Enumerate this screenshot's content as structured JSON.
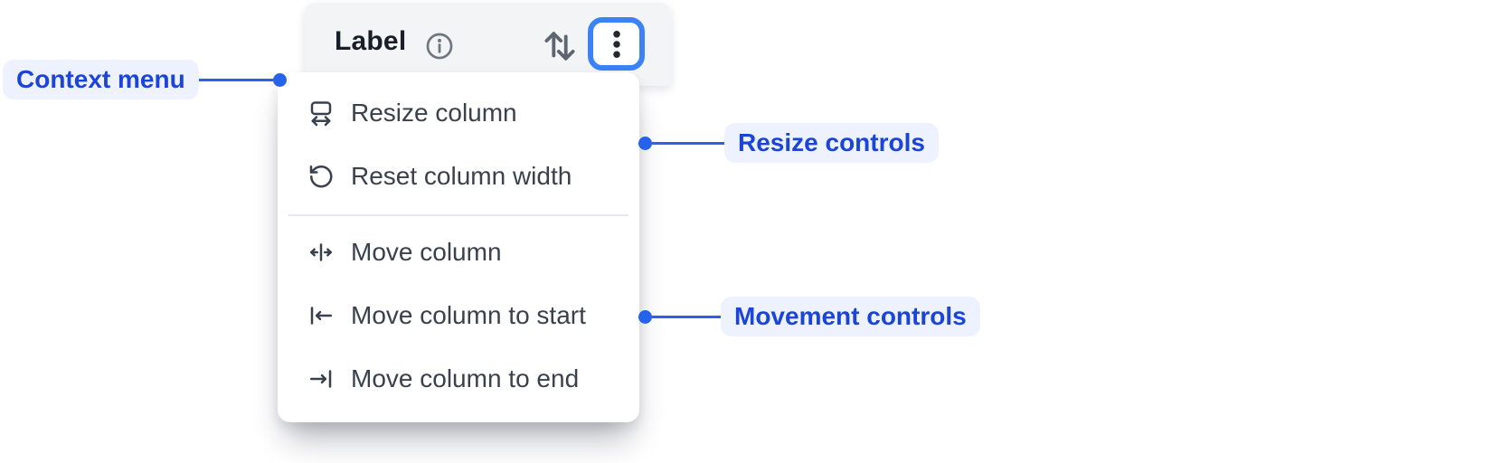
{
  "header": {
    "label": "Label",
    "info_icon": "info-circle-icon",
    "sort_icon": "swap-vertical-icon",
    "menu_button_icon": "kebab-menu-icon"
  },
  "menu": {
    "items": [
      {
        "icon": "resize-column-icon",
        "label": "Resize column"
      },
      {
        "icon": "reset-column-width-icon",
        "label": "Reset column width"
      },
      {
        "icon": "move-column-icon",
        "label": "Move column"
      },
      {
        "icon": "move-column-to-start-icon",
        "label": "Move column to start"
      },
      {
        "icon": "move-column-to-end-icon",
        "label": "Move column to end"
      }
    ]
  },
  "annotations": [
    {
      "label": "Context menu"
    },
    {
      "label": "Resize controls"
    },
    {
      "label": "Movement controls"
    }
  ],
  "colors": {
    "annotation_text": "#1b44d8",
    "annotation_pill_bg": "#edf2fe",
    "connector_blue": "#2563eb",
    "focus_ring_blue": "#3b82f6",
    "tab_bg": "#f3f4f5",
    "menu_bg": "#ffffff",
    "menu_text": "#39414d",
    "header_text": "#171e29",
    "icon_gray": "#646c78",
    "divider": "#e6e8ec",
    "dots": "#23272e"
  }
}
